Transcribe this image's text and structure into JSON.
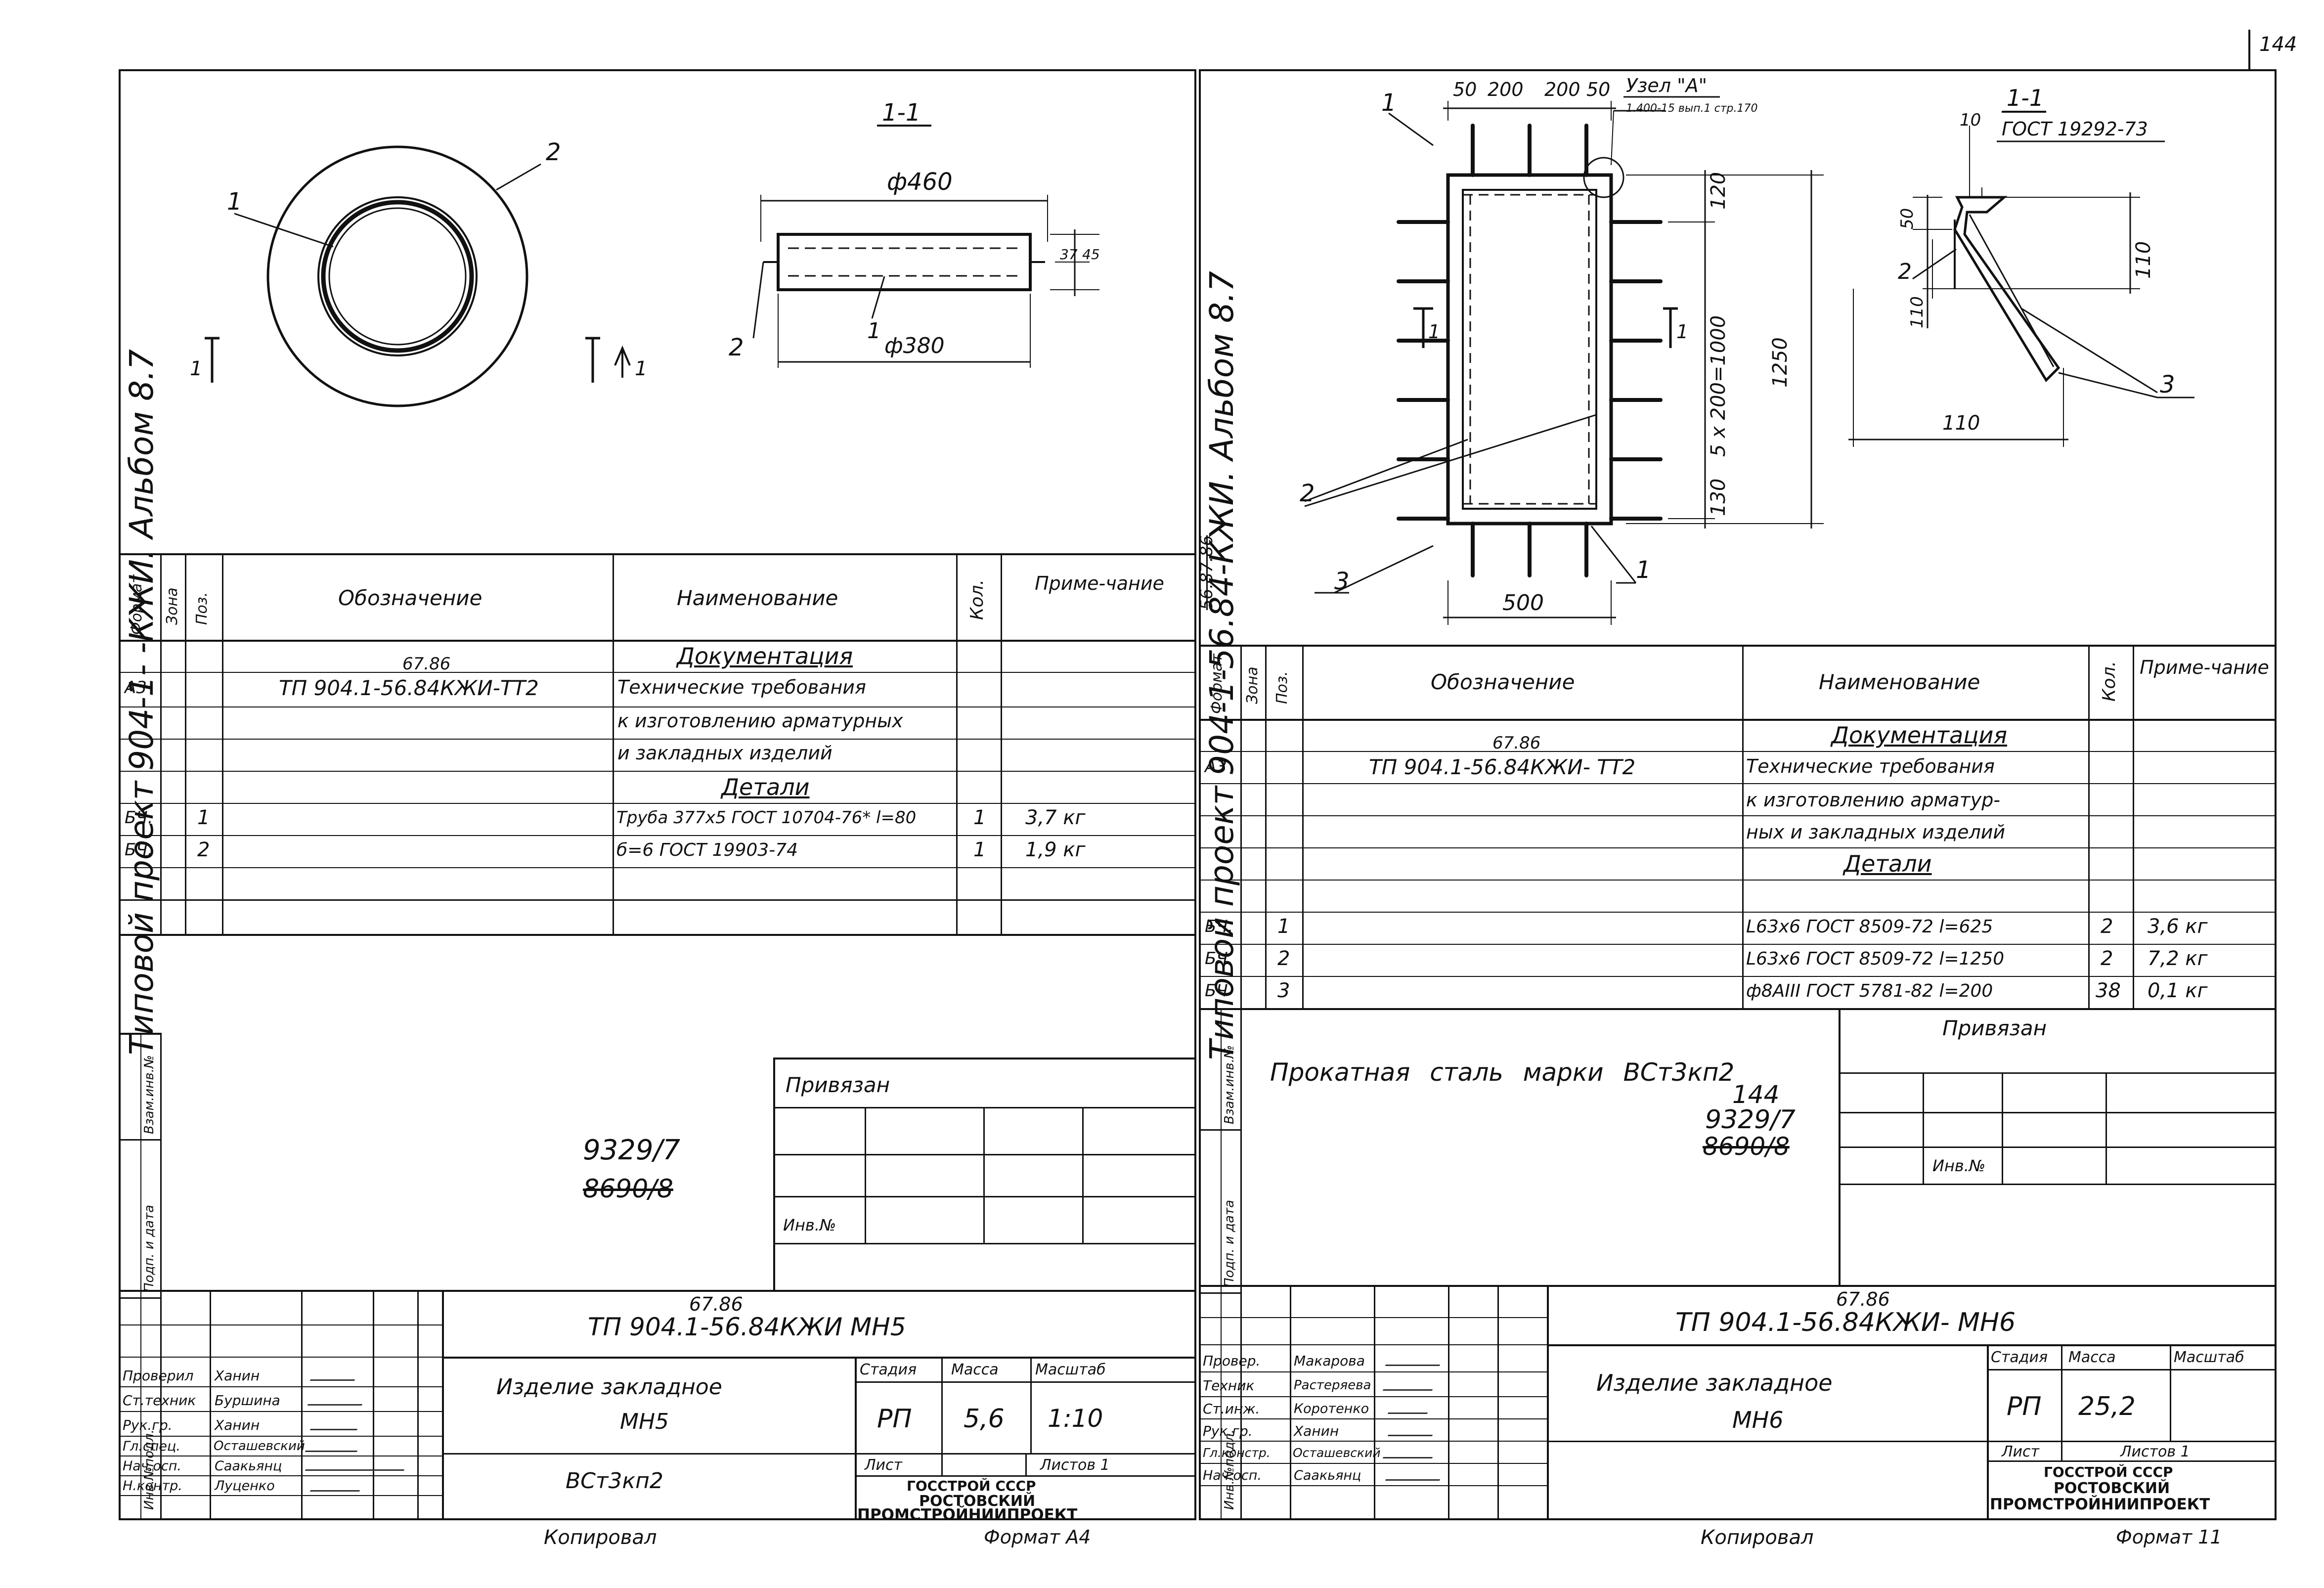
{
  "page": {
    "number": "144"
  },
  "left": {
    "side_title": "Типовой проект 904-1- -КЖИ. Альбом 8.7",
    "section": "1-1",
    "dims": {
      "d460": "ф460",
      "d380": "ф380",
      "h37": "37",
      "h45": "45"
    },
    "callouts": {
      "p1": "1",
      "p2": "2",
      "p2b": "2",
      "p1b": "1"
    },
    "section_marks": {
      "a": "1",
      "b": "1"
    },
    "spec": {
      "headers": {
        "format": "Формат",
        "zone": "Зона",
        "pos": "Поз.",
        "designation": "Обозначение",
        "name": "Наименование",
        "qty": "Кол.",
        "note": "Приме-чание"
      },
      "doc_heading": "Документация",
      "doc_designation": "ТП 904.1-56.84КЖИ-ТТ2",
      "doc_correction": "67.86",
      "doc_format": "А3",
      "doc_name_lines": [
        "Технические требования",
        "к изготовлению арматурных",
        "и закладных изделий"
      ],
      "details_heading": "Детали",
      "rows": [
        {
          "format": "БЧ.",
          "pos": "1",
          "name": "Труба 377х5 ГОСТ 10704-76* l=80",
          "qty": "1",
          "note": "3,7 кг"
        },
        {
          "format": "БЧ.",
          "pos": "2",
          "name": "б=6 ГОСТ 19903-74",
          "qty": "1",
          "note": "1,9 кг"
        }
      ]
    },
    "side_stamp": {
      "a": "Инв.№подл.",
      "b": "Подп. и дата",
      "c": "Взам.инв.№"
    },
    "privyazan": "Привязан",
    "inv_no": "Инв.№",
    "archive_new": "9329/7",
    "archive_old": "8690/8",
    "title_block": {
      "code": "ТП 904.1-56.84КЖИ МН5",
      "code_correction": "67.86",
      "item_name": "Изделие закладное",
      "item_mark": "МН5",
      "material": "ВСт3кп2",
      "stage_label": "Стадия",
      "mass_label": "Масса",
      "scale_label": "Масштаб",
      "stage": "РП",
      "mass": "5,6",
      "scale": "1:10",
      "sheet_label": "Лист",
      "sheets_label": "Листов 1",
      "org": [
        "ГОССТРОЙ СССР",
        "РОСТОВСКИЙ",
        "ПРОМСТРОЙНИИПРОЕКТ"
      ],
      "staff": [
        {
          "role": "Проверил",
          "name": "Ханин"
        },
        {
          "role": "Ст.техник",
          "name": "Буршина"
        },
        {
          "role": "Рук.гр.",
          "name": "Ханин"
        },
        {
          "role": "Гл.спец.",
          "name": "Осташевский"
        },
        {
          "role": "Нач.осп.",
          "name": "Саакьянц"
        },
        {
          "role": "Н.контр.",
          "name": "Луценко"
        }
      ]
    },
    "footer": {
      "copied": "Копировал",
      "format": "Формат А4"
    }
  },
  "right": {
    "side_title": "Типовой проект 904-1-56.84-КЖИ. Альбом 8.7",
    "side_title_correction": "56.87.86",
    "section": "1-1",
    "section_gost": "ГОСТ 19292-73",
    "node_label": "Узел \"А\"",
    "node_ref": "1.400-15 вып.1 стр.170",
    "dims": {
      "d50a": "50",
      "d200a": "200",
      "d200b": "200",
      "d50b": "50",
      "d120": "120",
      "dspacing": "5 х 200=1000",
      "d130": "130",
      "d1250": "1250",
      "d500": "500",
      "d10": "10",
      "d50c": "50",
      "d110a": "110",
      "d110b": "110",
      "d110c": "110"
    },
    "callouts": {
      "p1": "1",
      "p2": "2",
      "p3": "3",
      "p1b": "1",
      "p2b": "2",
      "p3b": "3"
    },
    "section_marks": {
      "a": "1",
      "b": "1"
    },
    "spec": {
      "headers": {
        "format": "Формат",
        "zone": "Зона",
        "pos": "Поз.",
        "designation": "Обозначение",
        "name": "Наименование",
        "qty": "Кол.",
        "note": "Приме-чание"
      },
      "doc_heading": "Документация",
      "doc_designation": "ТП 904.1-56.84КЖИ- ТТ2",
      "doc_correction": "67.86",
      "doc_format": "А3",
      "doc_name_lines": [
        "Технические требования",
        "к изготовлению арматур-",
        "ных и закладных изделий"
      ],
      "details_heading": "Детали",
      "rows": [
        {
          "format": "БЧ.",
          "pos": "1",
          "name": "L63х6 ГОСТ 8509-72 l=625",
          "qty": "2",
          "note": "3,6 кг"
        },
        {
          "format": "БЧ",
          "pos": "2",
          "name": "L63х6 ГОСТ 8509-72 l=1250",
          "qty": "2",
          "note": "7,2 кг"
        },
        {
          "format": "БЧ",
          "pos": "3",
          "name": "ф8АIII ГОСТ 5781-82 l=200",
          "qty": "38",
          "note": "0,1 кг"
        }
      ]
    },
    "side_stamp": {
      "a": "Инв.№подл.",
      "b": "Подп. и дата",
      "c": "Взам.инв.№"
    },
    "steel_note": "Прокатная сталь марки ВСт3кп2",
    "privyazan": "Привязан",
    "inv_no": "Инв.№",
    "archive_new": "9329/7",
    "archive_sheet": "144",
    "archive_old": "8690/8",
    "title_block": {
      "code": "ТП 904.1-56.84КЖИ- МН6",
      "code_correction": "67.86",
      "item_name": "Изделие закладное",
      "item_mark": "МН6",
      "stage_label": "Стадия",
      "mass_label": "Масса",
      "scale_label": "Масштаб",
      "stage": "РП",
      "mass": "25,2",
      "sheet_label": "Лист",
      "sheets_label": "Листов 1",
      "org": [
        "ГОССТРОЙ СССР",
        "РОСТОВСКИЙ",
        "ПРОМСТРОЙНИИПРОЕКТ"
      ],
      "staff": [
        {
          "role": "Провер.",
          "name": "Макарова"
        },
        {
          "role": "Техник",
          "name": "Растеряева"
        },
        {
          "role": "Ст.инж.",
          "name": "Коротенко"
        },
        {
          "role": "Рук.гр.",
          "name": "Ханин"
        },
        {
          "role": "Гл.констр.",
          "name": "Осташевский"
        },
        {
          "role": "Нач.осп.",
          "name": "Саакьянц"
        }
      ]
    },
    "footer": {
      "copied": "Копировал",
      "format": "Формат 11"
    }
  }
}
